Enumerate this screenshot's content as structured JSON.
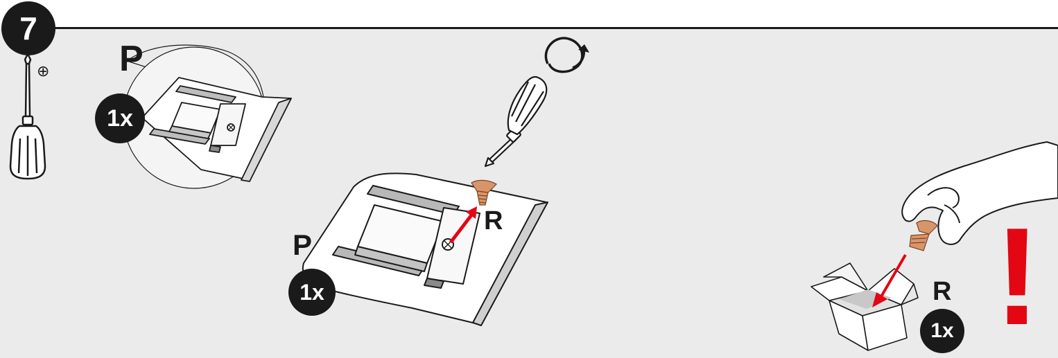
{
  "step": {
    "number": "7"
  },
  "tool": {
    "phillips_symbol": "⊕"
  },
  "detail_view": {
    "part_label": "P",
    "quantity": "1x"
  },
  "main_view": {
    "part_label": "P",
    "quantity": "1x",
    "screw_label": "R"
  },
  "storage_view": {
    "screw_label": "R",
    "quantity": "1x"
  },
  "warning": {
    "symbol": "!"
  },
  "colors": {
    "accent_red": "#e30613",
    "screw_copper": "#d9956a",
    "ink": "#1a1a1a",
    "background": "#ebebeb"
  }
}
